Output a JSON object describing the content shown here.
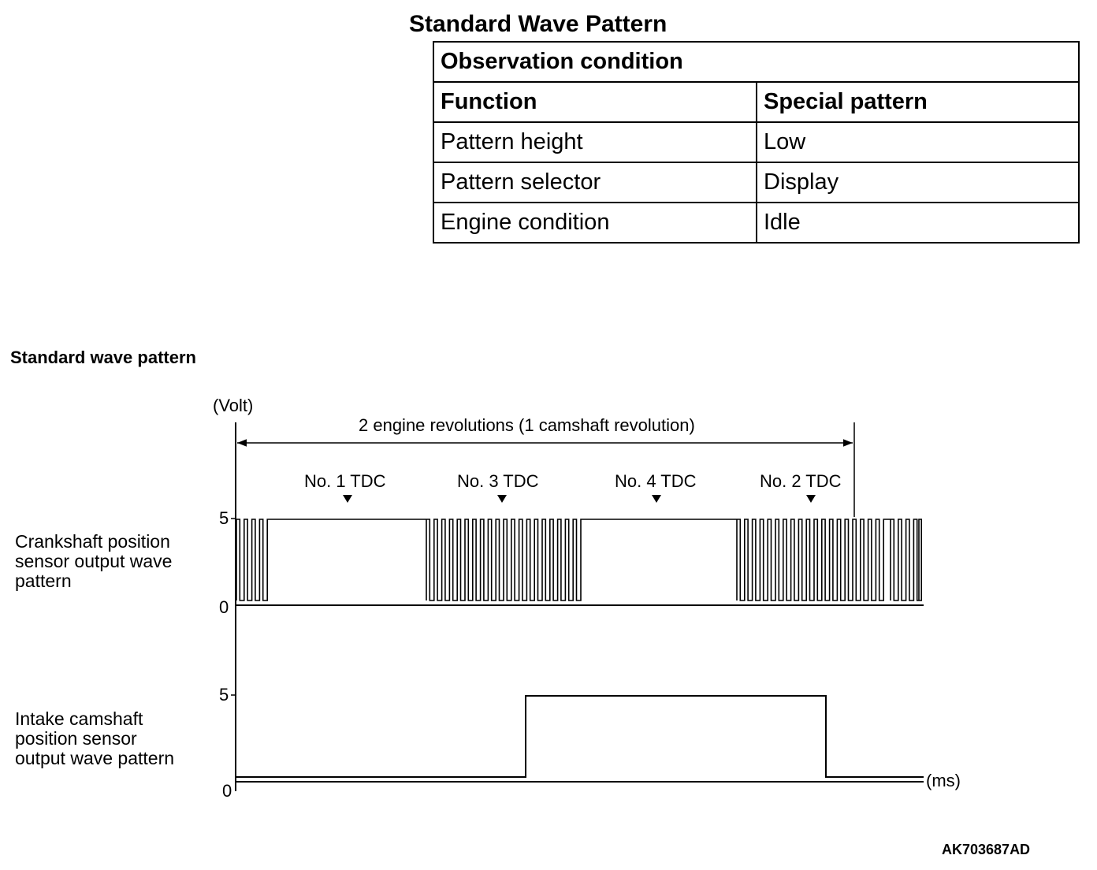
{
  "table": {
    "title": "Standard Wave Pattern",
    "header": "Observation condition",
    "columns": [
      "Function",
      "Special pattern"
    ],
    "rows": [
      [
        "Pattern height",
        "Low"
      ],
      [
        "Pattern selector",
        "Display"
      ],
      [
        "Engine condition",
        "Idle"
      ]
    ]
  },
  "diagram": {
    "heading": "Standard wave pattern",
    "volt_unit": "(Volt)",
    "time_unit": "(ms)",
    "span_label": "2 engine revolutions (1 camshaft revolution)",
    "tdc_markers": [
      "No. 1 TDC",
      "No. 3 TDC",
      "No. 4 TDC",
      "No. 2 TDC"
    ],
    "crank": {
      "label_lines": [
        "Crankshaft position",
        "sensor output wave",
        "pattern"
      ],
      "y_high": "5",
      "y_low": "0"
    },
    "cam": {
      "label_lines": [
        "Intake camshaft",
        "position sensor",
        "output wave pattern"
      ],
      "y_high": "5",
      "y_low": "0"
    }
  },
  "figure_code": "AK703687AD"
}
